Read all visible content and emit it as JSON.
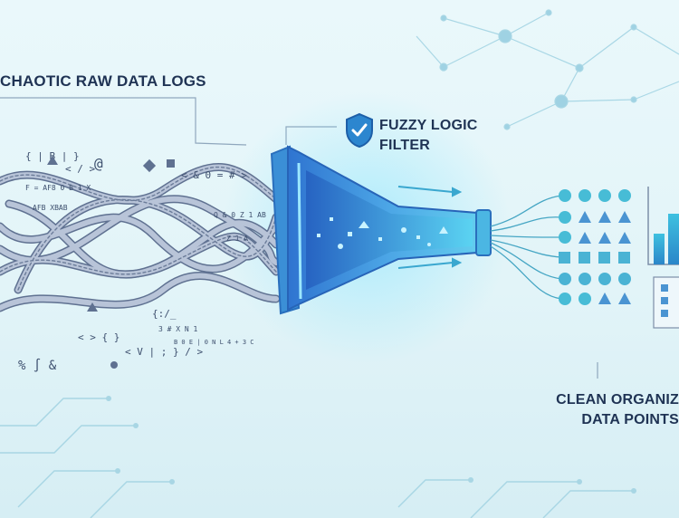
{
  "labels": {
    "raw_data": "CHAOTIC RAW DATA LOGS",
    "filter_line1": "FUZZY LOGIC",
    "filter_line2": "FILTER",
    "clean_line1": "CLEAN ORGANIZ",
    "clean_line2": "DATA POINTS"
  },
  "log_fragments": [
    "{ | B | }",
    "< / >",
    "@",
    "< & 0 = # >",
    "F = AF8 0 B 1 X",
    "{:/_",
    "< > { }",
    "< V | ; } / >",
    "% ∫ &",
    "AFB XBAB",
    "Q & 0 Z 1 AB",
    "Z 1 A",
    "3 # X N 1",
    "B 0 E | 0 N L 4 + 3 C"
  ],
  "icons": {
    "shield": "shield-check-icon"
  },
  "colors": {
    "background": "#e4f5f9",
    "accent": "#2a9fc0",
    "funnel": "#3b8fd6",
    "cable": "#9aa9c0",
    "text": "#1f3354"
  }
}
